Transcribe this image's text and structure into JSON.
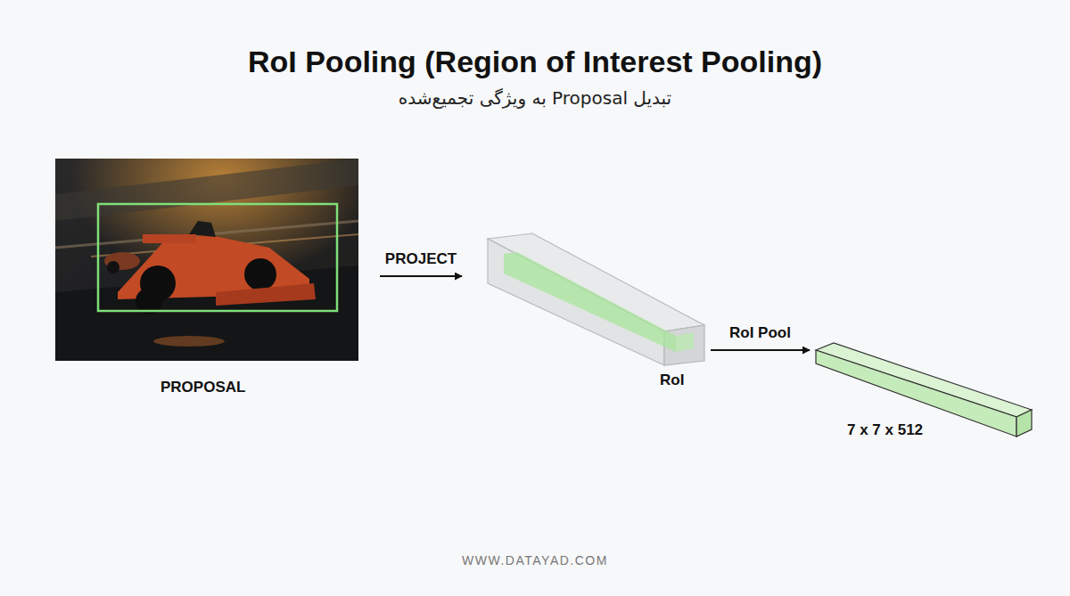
{
  "diagram": {
    "title": "RoI Pooling (Region of Interest Pooling)",
    "nodes": [
      {
        "text": [
          "PROPOSAL"
        ]
      },
      {
        "text": [
          "RoI"
        ]
      },
      {
        "text": [
          "7 x 7 x 512"
        ]
      }
    ],
    "edges": [
      {
        "from": 0,
        "to": 1,
        "arrow": "to",
        "label": "PROJECT"
      },
      {
        "from": 1,
        "to": 2,
        "arrow": "to",
        "label": "RoI Pool"
      }
    ],
    "labels": [
      "تبدیل Proposal به ویژگی تجمیع‌شده",
      "WWW.DATAYAD.COM"
    ]
  }
}
